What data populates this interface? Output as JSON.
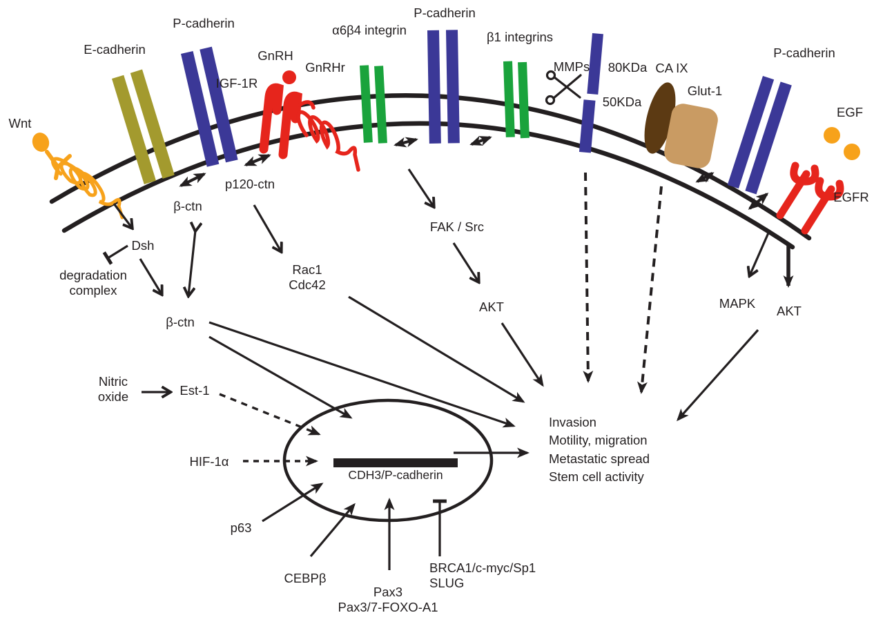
{
  "title": "P-cadherin signalling pathway diagram",
  "colors": {
    "ink": "#231f20",
    "cadherin_blue": "#3b3897",
    "ecadherin_olive": "#a39a2e",
    "integrin_green": "#1aa33c",
    "receptor_red": "#e6251c",
    "wnt_orange": "#f7a21b",
    "caix_brown": "#5c3a13",
    "glut1_tan": "#c99b63"
  },
  "icons": {
    "scissors": "scissors-cleavage",
    "membrane": "double-line plasma membrane arc",
    "nucleus": "nucleus ellipse"
  },
  "labels": {
    "wnt": "Wnt",
    "e_cadherin": "E-cadherin",
    "p_cadherin_left": "P-cadherin",
    "igf1r": "IGF-1R",
    "gnrh": "GnRH",
    "gnrhr": "GnRHr",
    "a6b4_integrin": "α6β4 integrin",
    "p_cadherin_mid": "P-cadherin",
    "b1_integrins": "β1 integrins",
    "mmps": "MMPs",
    "kda80": "80KDa",
    "kda50": "50KDa",
    "caix": "CA IX",
    "glut1": "Glut-1",
    "p_cadherin_right": "P-cadherin",
    "egf": "EGF",
    "egfr": "EGFR",
    "p120_ctn": "p120-ctn",
    "bctn_upper": "β-ctn",
    "dsh": "Dsh",
    "degradation_complex": "degradation\ncomplex",
    "bctn_lower": "β-ctn",
    "rac1_cdc42": "Rac1\nCdc42",
    "fak_src": "FAK / Src",
    "akt_mid": "AKT",
    "mapk": "MAPK",
    "akt_right": "AKT",
    "nitric_oxide": "Nitric\noxide",
    "est1": "Est-1",
    "hif1a": "HIF-1α",
    "cdh3": "CDH3/P-cadherin",
    "p63": "p63",
    "cebpb": "CEBPβ",
    "pax3_block": "Pax3\nPax3/7-FOXO-A1",
    "brca1_block": "BRCA1/c-myc/Sp1\nSLUG"
  },
  "outcomes": [
    "Invasion",
    "Motility, migration",
    "Metastatic spread",
    "Stem cell activity"
  ]
}
